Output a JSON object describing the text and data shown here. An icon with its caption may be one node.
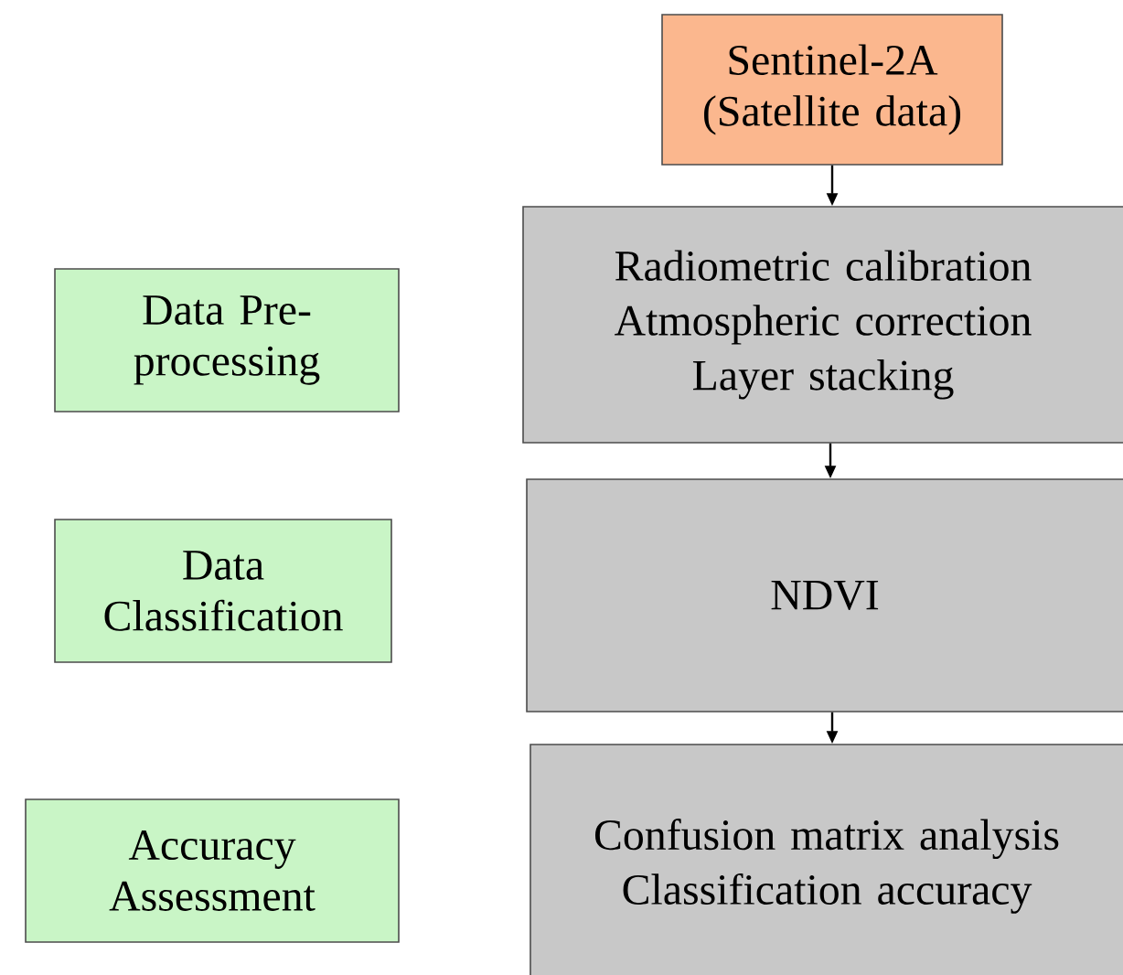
{
  "diagram": {
    "nodes": [
      {
        "text": [
          "Sentinel-2A (Satellite data)"
        ]
      },
      {
        "text": [
          "Data Pre-processing"
        ]
      },
      {
        "text": [
          "Radiometric calibration",
          "Atmospheric correction",
          "Layer stacking"
        ]
      },
      {
        "text": [
          "Data Classification"
        ]
      },
      {
        "text": [
          "NDVI"
        ]
      },
      {
        "text": [
          "Accuracy Assessment"
        ]
      },
      {
        "text": [
          "Confusion matrix analysis",
          "Classification accuracy"
        ]
      }
    ],
    "edges": [
      {
        "from": 0,
        "to": 2,
        "arrow": "to"
      },
      {
        "from": 2,
        "to": 4,
        "arrow": "to"
      },
      {
        "from": 4,
        "to": 6,
        "arrow": "to"
      }
    ]
  }
}
